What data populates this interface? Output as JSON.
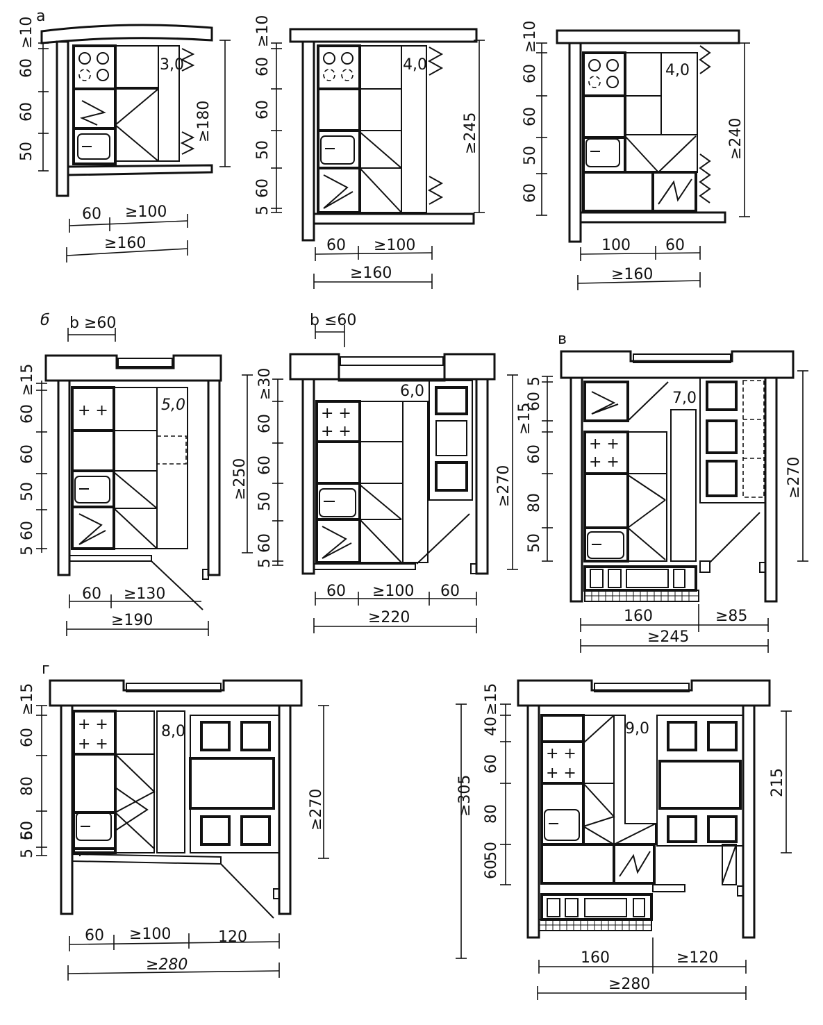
{
  "labels": {
    "group_a": "а",
    "group_b": "б",
    "group_v": "в",
    "group_g": "г"
  },
  "plan1": {
    "area": "3,0",
    "v_dims": [
      "≥10",
      "60",
      "60",
      "50"
    ],
    "height": "≥180",
    "w1": "60",
    "w2": "≥100",
    "total": "≥160"
  },
  "plan2": {
    "area": "4,0",
    "v_dims": [
      "≥10",
      "60",
      "60",
      "50",
      "60",
      "5"
    ],
    "height": "≥245",
    "w1": "60",
    "w2": "≥100",
    "total": "≥160"
  },
  "plan3": {
    "area": "4,0",
    "v_dims": [
      "≥10",
      "60",
      "60",
      "50",
      "60"
    ],
    "height": "≥240",
    "w1": "100",
    "w2": "60",
    "total": "≥160"
  },
  "plan4": {
    "top_dim": "b ≥60",
    "area": "5,0",
    "v_dims": [
      "≥15",
      "60",
      "60",
      "50",
      "60",
      "5"
    ],
    "height": "≥250",
    "w1": "60",
    "w2": "≥130",
    "total": "≥190"
  },
  "plan5": {
    "top_dim": "b ≤60",
    "area": "6,0",
    "v_dims": [
      "≥30",
      "60",
      "60",
      "50",
      "60",
      "5"
    ],
    "height": "≥270",
    "w1": "60",
    "w2": "≥100",
    "w3": "60",
    "total": "≥220"
  },
  "plan6": {
    "area": "7,0",
    "v_dims": [
      "5",
      "60",
      "≥15",
      "60",
      "80",
      "50"
    ],
    "height": "≥270",
    "w1": "160",
    "w2": "≥85",
    "total": "≥245"
  },
  "plan7": {
    "area": "8,0",
    "v_dims": [
      "≥15",
      "60",
      "80",
      "50",
      "60",
      "5"
    ],
    "height": "≥270",
    "w1": "60",
    "w2": "≥100",
    "w3": "120",
    "total": "≥280"
  },
  "plan8": {
    "area": "9,0",
    "v_dims": [
      "≥15",
      "40",
      "60",
      "80",
      "50",
      "60"
    ],
    "height_left": "≥305",
    "height_right": "215",
    "w1": "160",
    "w2": "≥120",
    "total": "≥280"
  }
}
